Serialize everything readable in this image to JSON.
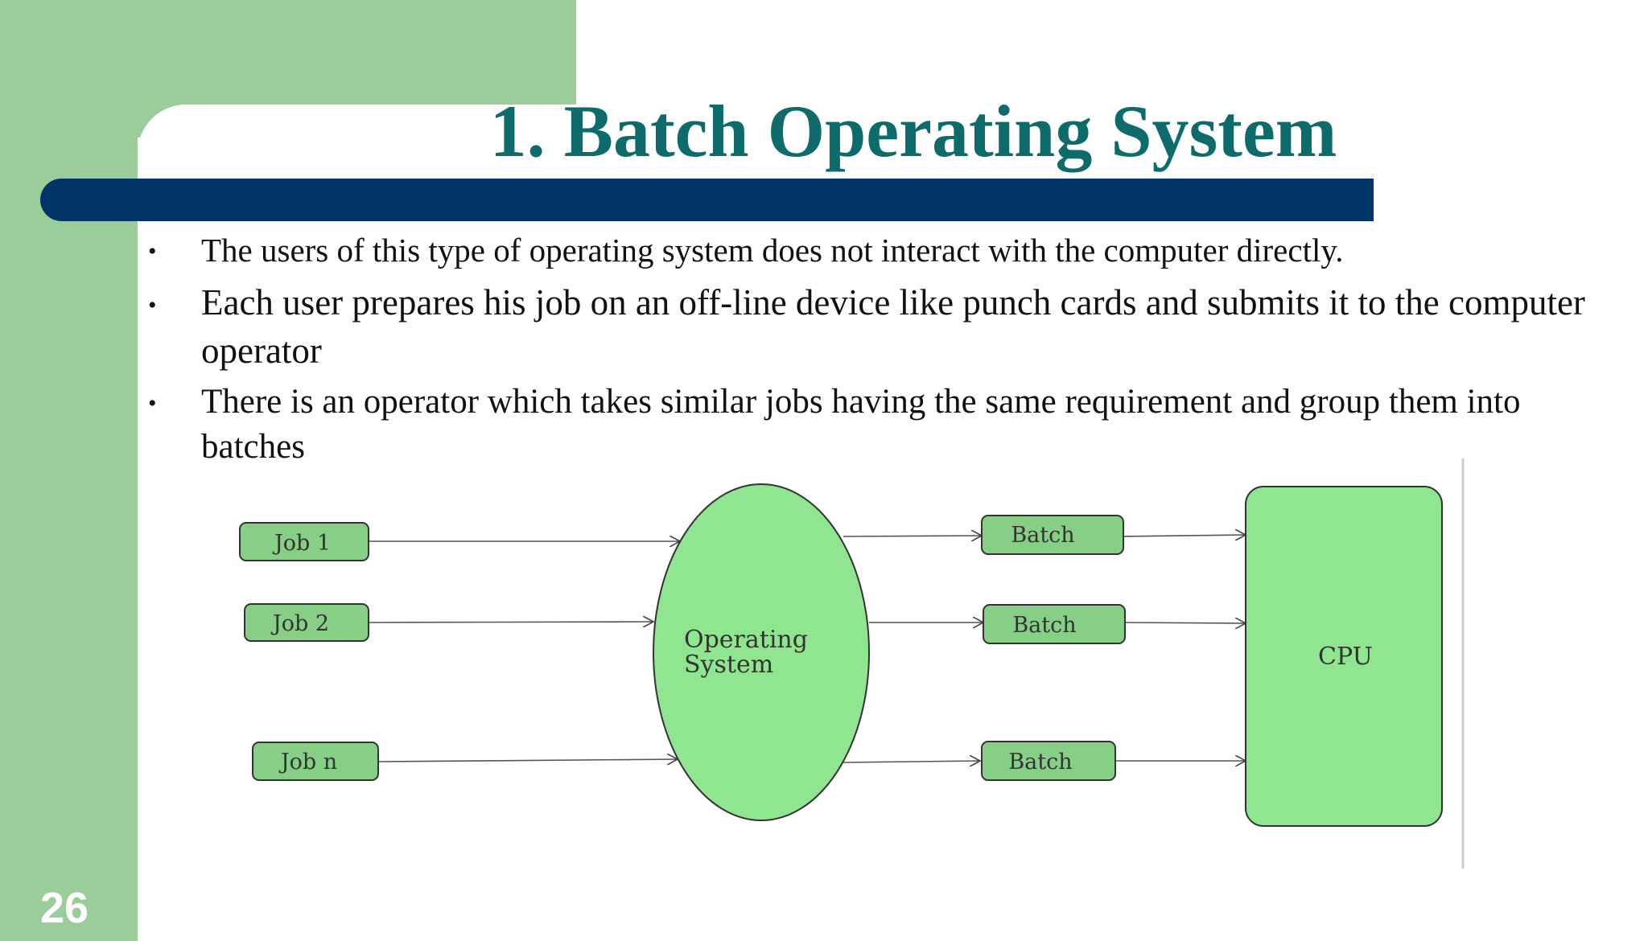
{
  "slide": {
    "title": "1. Batch Operating System",
    "page_number": "26",
    "bullets": [
      "The users of this type of operating system does not interact with the computer directly.",
      "Each user prepares his job on an off-line device like punch cards and submits it to the computer operator",
      "There is an operator which takes similar jobs having the same requirement and group them into batches"
    ],
    "bullet_glyph": "•"
  },
  "diagram": {
    "jobs": [
      "Job 1",
      "Job 2",
      "Job n"
    ],
    "os_label_line1": "Operating",
    "os_label_line2": "System",
    "batches": [
      "Batch",
      "Batch",
      "Batch"
    ],
    "cpu_label": "CPU"
  },
  "colors": {
    "side_green": "#9bcd9b",
    "title_teal": "#0e6b6b",
    "rule_navy": "#003366",
    "node_green": "#90e690",
    "job_green": "#87cf87"
  }
}
